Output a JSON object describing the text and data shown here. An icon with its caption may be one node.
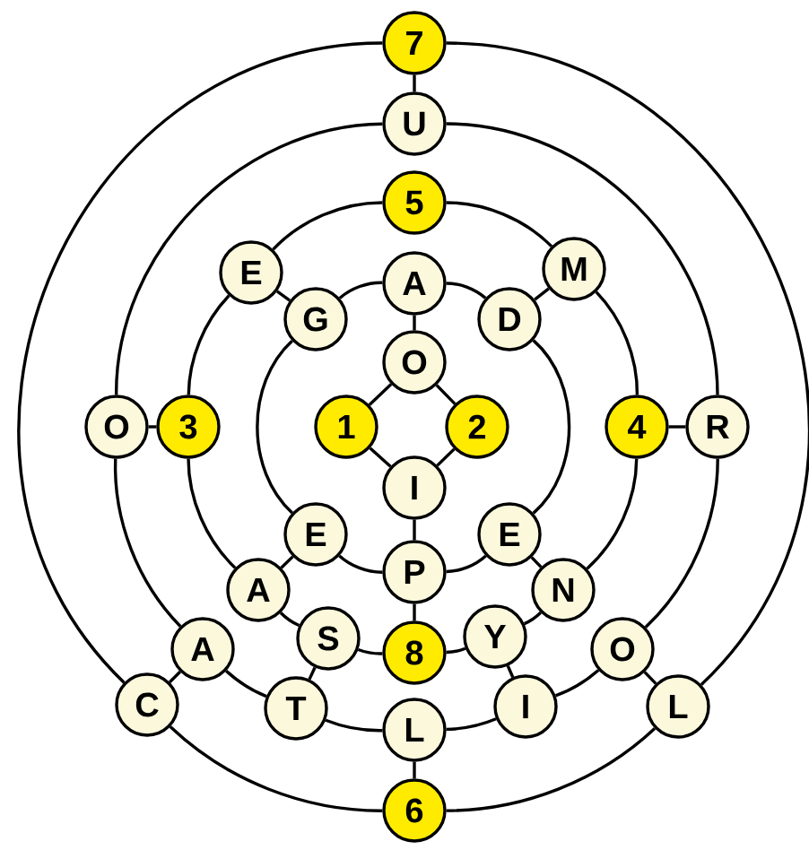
{
  "diagram": {
    "nodes": [
      {
        "text": [
          "7"
        ]
      },
      {
        "text": [
          "U"
        ]
      },
      {
        "text": [
          "5"
        ]
      },
      {
        "text": [
          "E"
        ]
      },
      {
        "text": [
          "A"
        ]
      },
      {
        "text": [
          "M"
        ]
      },
      {
        "text": [
          "G"
        ]
      },
      {
        "text": [
          "D"
        ]
      },
      {
        "text": [
          "O"
        ]
      },
      {
        "text": [
          "O"
        ]
      },
      {
        "text": [
          "3"
        ]
      },
      {
        "text": [
          "1"
        ]
      },
      {
        "text": [
          "2"
        ]
      },
      {
        "text": [
          "4"
        ]
      },
      {
        "text": [
          "R"
        ]
      },
      {
        "text": [
          "I"
        ]
      },
      {
        "text": [
          "E"
        ]
      },
      {
        "text": [
          "E"
        ]
      },
      {
        "text": [
          "P"
        ]
      },
      {
        "text": [
          "A"
        ]
      },
      {
        "text": [
          "N"
        ]
      },
      {
        "text": [
          "A"
        ]
      },
      {
        "text": [
          "S"
        ]
      },
      {
        "text": [
          "8"
        ]
      },
      {
        "text": [
          "Y"
        ]
      },
      {
        "text": [
          "O"
        ]
      },
      {
        "text": [
          "C"
        ]
      },
      {
        "text": [
          "T"
        ]
      },
      {
        "text": [
          "L"
        ]
      },
      {
        "text": [
          "I"
        ]
      },
      {
        "text": [
          "L"
        ]
      },
      {
        "text": [
          "6"
        ]
      }
    ],
    "edges": [
      {
        "from": 0,
        "to": 1,
        "arrow": "none"
      },
      {
        "from": 0,
        "to": 26,
        "arrow": "none"
      },
      {
        "from": 0,
        "to": 30,
        "arrow": "none"
      },
      {
        "from": 1,
        "to": 9,
        "arrow": "none"
      },
      {
        "from": 1,
        "to": 14,
        "arrow": "none"
      },
      {
        "from": 2,
        "to": 3,
        "arrow": "none"
      },
      {
        "from": 2,
        "to": 5,
        "arrow": "none"
      },
      {
        "from": 3,
        "to": 6,
        "arrow": "none"
      },
      {
        "from": 5,
        "to": 7,
        "arrow": "none"
      },
      {
        "from": 4,
        "to": 6,
        "arrow": "none"
      },
      {
        "from": 4,
        "to": 7,
        "arrow": "none"
      },
      {
        "from": 4,
        "to": 8,
        "arrow": "none"
      },
      {
        "from": 8,
        "to": 11,
        "arrow": "none"
      },
      {
        "from": 8,
        "to": 12,
        "arrow": "none"
      },
      {
        "from": 3,
        "to": 10,
        "arrow": "none"
      },
      {
        "from": 5,
        "to": 13,
        "arrow": "none"
      },
      {
        "from": 9,
        "to": 10,
        "arrow": "none"
      },
      {
        "from": 13,
        "to": 14,
        "arrow": "none"
      },
      {
        "from": 6,
        "to": 16,
        "arrow": "none"
      },
      {
        "from": 7,
        "to": 17,
        "arrow": "none"
      },
      {
        "from": 11,
        "to": 15,
        "arrow": "none"
      },
      {
        "from": 12,
        "to": 15,
        "arrow": "none"
      },
      {
        "from": 15,
        "to": 18,
        "arrow": "none"
      },
      {
        "from": 16,
        "to": 18,
        "arrow": "none"
      },
      {
        "from": 17,
        "to": 18,
        "arrow": "none"
      },
      {
        "from": 10,
        "to": 19,
        "arrow": "none"
      },
      {
        "from": 13,
        "to": 20,
        "arrow": "none"
      },
      {
        "from": 16,
        "to": 19,
        "arrow": "none"
      },
      {
        "from": 17,
        "to": 20,
        "arrow": "none"
      },
      {
        "from": 9,
        "to": 21,
        "arrow": "none"
      },
      {
        "from": 14,
        "to": 25,
        "arrow": "none"
      },
      {
        "from": 19,
        "to": 22,
        "arrow": "none"
      },
      {
        "from": 20,
        "to": 24,
        "arrow": "none"
      },
      {
        "from": 18,
        "to": 23,
        "arrow": "none"
      },
      {
        "from": 22,
        "to": 23,
        "arrow": "none"
      },
      {
        "from": 23,
        "to": 24,
        "arrow": "none"
      },
      {
        "from": 21,
        "to": 26,
        "arrow": "none"
      },
      {
        "from": 25,
        "to": 30,
        "arrow": "none"
      },
      {
        "from": 21,
        "to": 27,
        "arrow": "none"
      },
      {
        "from": 22,
        "to": 27,
        "arrow": "none"
      },
      {
        "from": 24,
        "to": 29,
        "arrow": "none"
      },
      {
        "from": 25,
        "to": 29,
        "arrow": "none"
      },
      {
        "from": 27,
        "to": 28,
        "arrow": "none"
      },
      {
        "from": 28,
        "to": 29,
        "arrow": "none"
      },
      {
        "from": 26,
        "to": 31,
        "arrow": "none"
      },
      {
        "from": 30,
        "to": 31,
        "arrow": "none"
      },
      {
        "from": 28,
        "to": 31,
        "arrow": "none"
      }
    ]
  }
}
